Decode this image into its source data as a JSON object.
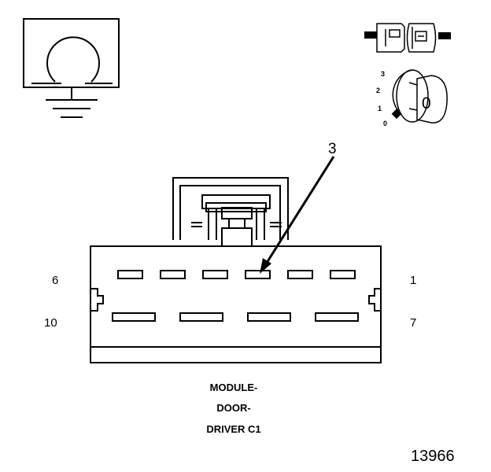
{
  "pins": {
    "top_left": "6",
    "top_right": "1",
    "bottom_left": "10",
    "bottom_right": "7"
  },
  "callout": "3",
  "caption": [
    "MODULE-",
    "DOOR-",
    "DRIVER C1"
  ],
  "figure_number": "13966",
  "key_positions": [
    "3",
    "2",
    "1",
    "0"
  ],
  "key_label": "0",
  "icons": [
    "ground-symbol-icon",
    "connector-plug-icon",
    "ignition-key-icon"
  ]
}
